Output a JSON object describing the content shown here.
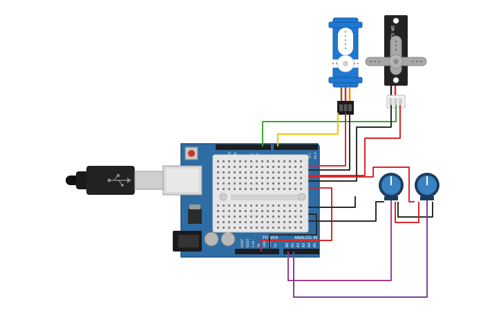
{
  "colors": {
    "board": "#2e6da4",
    "board_dark": "#1f4f7a",
    "wire_red": "#d62828",
    "wire_black": "#2b2b2b",
    "wire_green": "#3aa336",
    "wire_yellow": "#f2c300",
    "wire_purple_a": "#a23b8f",
    "wire_purple_b": "#7a3f9a",
    "servo_blue": "#1f78d1",
    "servo_black": "#222222",
    "knob_blue": "#3b82c4",
    "breadboard": "#e6e6e6"
  },
  "arduino": {
    "power_label": "POWER",
    "analog_label": "ANALOG IN",
    "power_pins": [
      "IOREF",
      "RESET",
      "3.3V",
      "5V",
      "GND",
      "GND",
      "Vin"
    ],
    "analog_pins": [
      "A0",
      "A1",
      "A2",
      "A3",
      "A4",
      "A5"
    ],
    "digital_pins": [
      "AREF",
      "GND",
      "13",
      "12",
      "~11",
      "~10",
      "~9",
      "8",
      "7",
      "~6",
      "~5",
      "4",
      "~3",
      "2",
      "TX 1",
      "RX 0"
    ]
  },
  "servo_right": {
    "label": "SM-S2309S"
  },
  "usb": {
    "icon": "usb-icon"
  }
}
